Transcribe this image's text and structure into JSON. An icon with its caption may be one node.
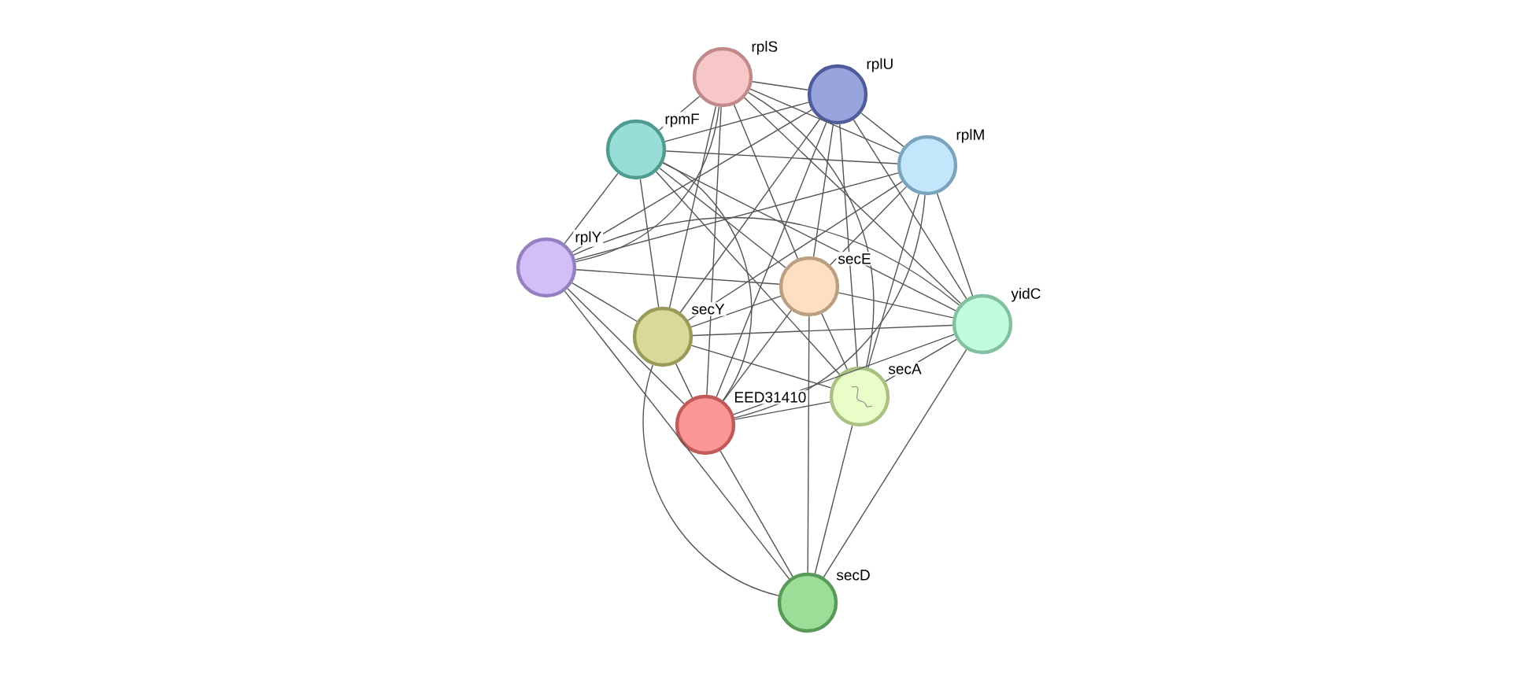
{
  "diagram": {
    "nodes": [
      {
        "text": [
          "rplS"
        ]
      },
      {
        "text": [
          "rplU"
        ]
      },
      {
        "text": [
          "rpmF"
        ]
      },
      {
        "text": [
          "rplM"
        ]
      },
      {
        "text": [
          "rplY"
        ]
      },
      {
        "text": [
          "secE"
        ]
      },
      {
        "text": [
          "yidC"
        ]
      },
      {
        "text": [
          "secY"
        ]
      },
      {
        "text": [
          "secA"
        ]
      },
      {
        "text": [
          "EED31410"
        ]
      },
      {
        "text": [
          "secD"
        ]
      }
    ],
    "edges": [
      {
        "from": 0,
        "to": 1,
        "arrow": "none"
      },
      {
        "from": 0,
        "to": 2,
        "arrow": "none"
      },
      {
        "from": 0,
        "to": 3,
        "arrow": "none"
      },
      {
        "from": 0,
        "to": 4,
        "arrow": "none"
      },
      {
        "from": 0,
        "to": 5,
        "arrow": "none"
      },
      {
        "from": 0,
        "to": 6,
        "arrow": "none"
      },
      {
        "from": 0,
        "to": 7,
        "arrow": "none"
      },
      {
        "from": 0,
        "to": 8,
        "arrow": "none"
      },
      {
        "from": 0,
        "to": 9,
        "arrow": "none"
      },
      {
        "from": 1,
        "to": 2,
        "arrow": "none"
      },
      {
        "from": 1,
        "to": 3,
        "arrow": "none"
      },
      {
        "from": 1,
        "to": 4,
        "arrow": "none"
      },
      {
        "from": 1,
        "to": 5,
        "arrow": "none"
      },
      {
        "from": 1,
        "to": 6,
        "arrow": "none"
      },
      {
        "from": 1,
        "to": 7,
        "arrow": "none"
      },
      {
        "from": 1,
        "to": 8,
        "arrow": "none"
      },
      {
        "from": 1,
        "to": 9,
        "arrow": "none"
      },
      {
        "from": 2,
        "to": 3,
        "arrow": "none"
      },
      {
        "from": 2,
        "to": 4,
        "arrow": "none"
      },
      {
        "from": 2,
        "to": 5,
        "arrow": "none"
      },
      {
        "from": 2,
        "to": 6,
        "arrow": "none"
      },
      {
        "from": 2,
        "to": 7,
        "arrow": "none"
      },
      {
        "from": 2,
        "to": 8,
        "arrow": "none"
      },
      {
        "from": 2,
        "to": 9,
        "arrow": "none"
      },
      {
        "from": 3,
        "to": 4,
        "arrow": "none"
      },
      {
        "from": 3,
        "to": 5,
        "arrow": "none"
      },
      {
        "from": 3,
        "to": 6,
        "arrow": "none"
      },
      {
        "from": 3,
        "to": 7,
        "arrow": "none"
      },
      {
        "from": 3,
        "to": 8,
        "arrow": "none"
      },
      {
        "from": 3,
        "to": 9,
        "arrow": "none"
      },
      {
        "from": 4,
        "to": 5,
        "arrow": "none"
      },
      {
        "from": 4,
        "to": 6,
        "arrow": "none"
      },
      {
        "from": 4,
        "to": 7,
        "arrow": "none"
      },
      {
        "from": 4,
        "to": 9,
        "arrow": "none"
      },
      {
        "from": 4,
        "to": 10,
        "arrow": "none"
      },
      {
        "from": 5,
        "to": 6,
        "arrow": "none"
      },
      {
        "from": 5,
        "to": 7,
        "arrow": "none"
      },
      {
        "from": 5,
        "to": 8,
        "arrow": "none"
      },
      {
        "from": 5,
        "to": 9,
        "arrow": "none"
      },
      {
        "from": 5,
        "to": 10,
        "arrow": "none"
      },
      {
        "from": 6,
        "to": 7,
        "arrow": "none"
      },
      {
        "from": 6,
        "to": 8,
        "arrow": "none"
      },
      {
        "from": 6,
        "to": 9,
        "arrow": "none"
      },
      {
        "from": 6,
        "to": 10,
        "arrow": "none"
      },
      {
        "from": 7,
        "to": 8,
        "arrow": "none"
      },
      {
        "from": 7,
        "to": 9,
        "arrow": "none"
      },
      {
        "from": 7,
        "to": 10,
        "arrow": "none"
      },
      {
        "from": 8,
        "to": 9,
        "arrow": "none"
      },
      {
        "from": 8,
        "to": 10,
        "arrow": "none"
      },
      {
        "from": 9,
        "to": 10,
        "arrow": "none"
      }
    ]
  }
}
